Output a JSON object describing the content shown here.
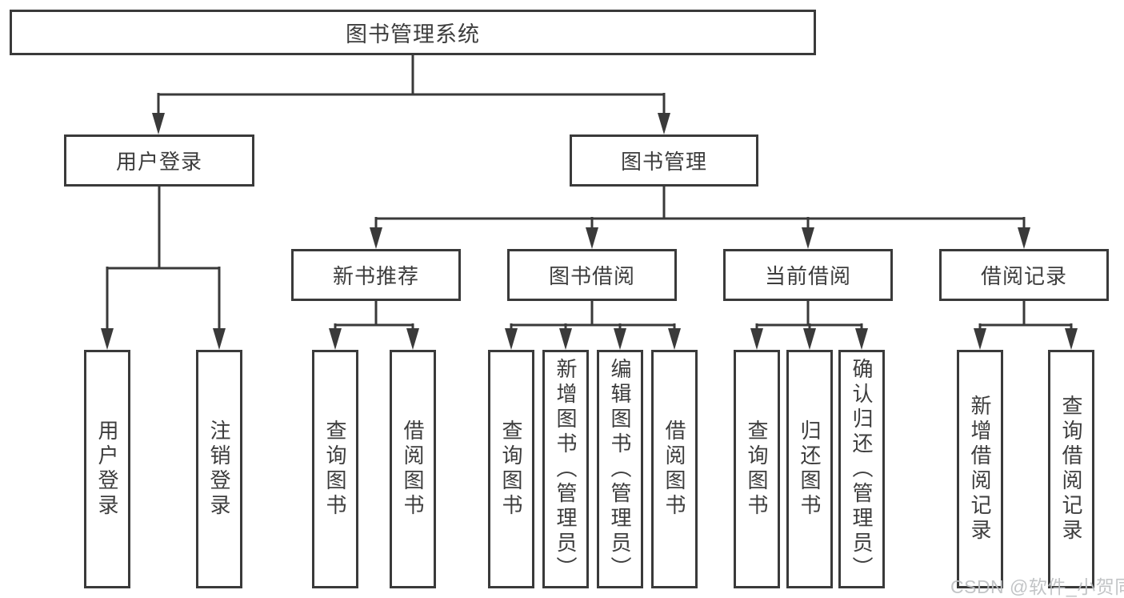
{
  "nodes": {
    "root": "图书管理系统",
    "user_login": "用户登录",
    "book_management": "图书管理",
    "new_book_recommend": "新书推荐",
    "book_borrow": "图书借阅",
    "current_borrow": "当前借阅",
    "borrow_records": "借阅记录"
  },
  "leaves": {
    "user_login": [
      "用户登录",
      "注销登录"
    ],
    "new_book_recommend": [
      "查询图书",
      "借阅图书"
    ],
    "book_borrow": [
      "查询图书",
      "新增图书（管理员）",
      "编辑图书（管理员）",
      "借阅图书"
    ],
    "current_borrow": [
      "查询图书",
      "归还图书",
      "确认归还（管理员）"
    ],
    "borrow_records": [
      "新增借阅记录",
      "查询借阅记录"
    ]
  },
  "watermark": "CSDN @软件_小贺同学",
  "colors": {
    "line": "#3a3a3a",
    "text": "#3d3d3d",
    "watermark": "#bdbfc2",
    "background": "#ffffff"
  }
}
